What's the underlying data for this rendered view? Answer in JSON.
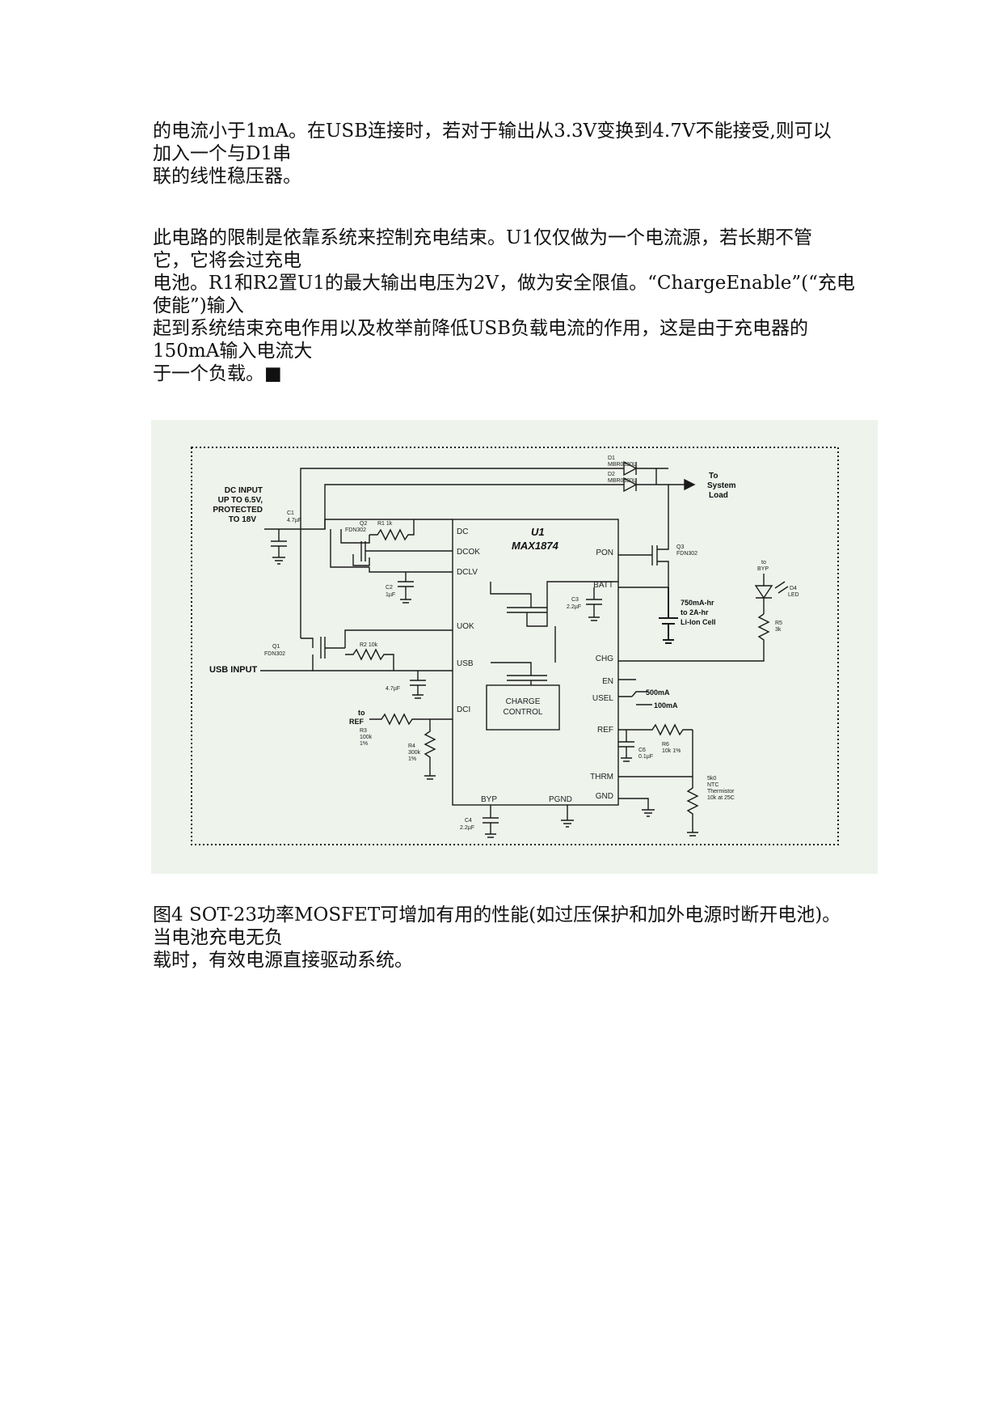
{
  "paragraphs": [
    {
      "lines": [
        "的电流小于1mA。在USB连接时，若对于输出从3.3V变换到4.7V不能接受,则可以",
        "加入一个与D1串",
        "联的线性稳压器。"
      ]
    },
    {
      "lines": [
        "此电路的限制是依靠系统来控制充电结束。U1仅仅做为一个电流源，若长期不管",
        "它，它将会过充电",
        "电池。R1和R2置U1的最大输出电压为2V，做为安全限值。“ChargeEnable”(“充电",
        "使能”)输入",
        "起到系统结束充电作用以及枚举前降低USB负载电流的作用，这是由于充电器的",
        "150mA输入电流大",
        "于一个负载。■"
      ]
    }
  ],
  "figure": {
    "chip_name": "U1",
    "chip_part": "MAX1874",
    "pins_left": [
      "DC",
      "DCOK",
      "DCLV",
      "UOK",
      "USB",
      "DCI"
    ],
    "pins_right": [
      "PON",
      "BATT",
      "CHG",
      "EN",
      "USEL",
      "REF",
      "THRM",
      "GND"
    ],
    "pins_bottom": [
      "BYP",
      "PGND"
    ],
    "charge_control": [
      "CHARGE",
      "CONTROL"
    ],
    "dc_input": [
      "DC INPUT",
      "UP TO 6.5V,",
      "PROTECTED",
      "TO 18V"
    ],
    "usb_input": "USB INPUT",
    "to_system_load": [
      "To",
      "System",
      "Load"
    ],
    "battery": [
      "750mA-hr",
      "to 2A-hr",
      "Li-Ion Cell"
    ],
    "usel_500": "500mA",
    "usel_100": "100mA",
    "to_ref": [
      "to",
      "REF"
    ],
    "to_byp": [
      "to",
      "BYP"
    ],
    "thermistor": [
      "5k0",
      "NTC",
      "Thermistor",
      "10k at 25C"
    ],
    "components": {
      "d1": [
        "D1",
        "MBR0520L"
      ],
      "d2": [
        "D2",
        "MBR0520L"
      ],
      "d4": [
        "D4",
        "LED"
      ],
      "q1": [
        "Q1",
        "FDN302"
      ],
      "q2": [
        "Q2",
        "FDN302"
      ],
      "q3": [
        "Q3",
        "FDN302"
      ],
      "c1": [
        "C1",
        "4.7µF"
      ],
      "c2": [
        "C2",
        "1µF"
      ],
      "c3": [
        "C3",
        "2.2µF"
      ],
      "c4": [
        "C4",
        "2.2µF"
      ],
      "c5": "4.7µF",
      "c6": [
        "C6",
        "0.1µF"
      ],
      "r1": "R1 1k",
      "r2": "R2 10k",
      "r3": [
        "R3",
        "100k",
        "1%"
      ],
      "r4": [
        "R4",
        "300k",
        "1%"
      ],
      "r5": [
        "R5",
        "3k"
      ],
      "r6": [
        "R6",
        "10k 1%"
      ]
    }
  },
  "caption": {
    "lines": [
      "图4 SOT-23功率MOSFET可增加有用的性能(如过压保护和加外电源时断开电池)。",
      "当电池充电无负",
      "载时，有效电源直接驱动系统。"
    ]
  }
}
